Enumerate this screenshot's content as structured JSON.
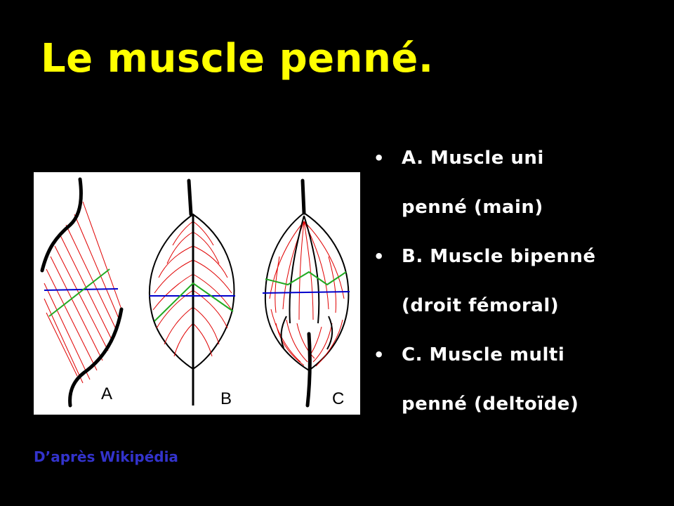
{
  "title": "Le muscle penné.",
  "figure": {
    "label_a": "A",
    "label_b": "B",
    "label_c": "C"
  },
  "bullets": [
    {
      "line1": "A. Muscle uni",
      "line2": "penné (main)"
    },
    {
      "line1": "B. Muscle bipenné",
      "line2": "(droit fémoral)"
    },
    {
      "line1": "C. Muscle multi",
      "line2": "penné (deltoïde)"
    }
  ],
  "source": "D’après Wikipédia",
  "colors": {
    "title": "#ffff00",
    "background": "#000000",
    "text": "#ffffff",
    "source": "#3333cc",
    "fibers": "#e00000",
    "cross_section": "#0000cc",
    "physiological_section": "#22aa22"
  }
}
